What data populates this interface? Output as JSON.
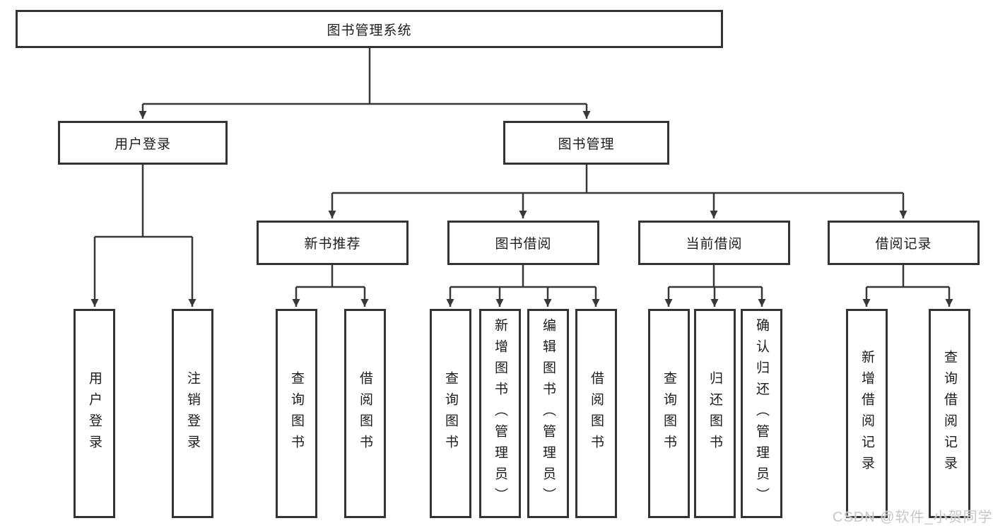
{
  "tree": {
    "root": {
      "label": "图书管理系统",
      "children": [
        {
          "label": "用户登录",
          "children": [
            {
              "label": "用户登录"
            },
            {
              "label": "注销登录"
            }
          ]
        },
        {
          "label": "图书管理",
          "children": [
            {
              "label": "新书推荐",
              "children": [
                {
                  "label": "查询图书"
                },
                {
                  "label": "借阅图书"
                }
              ]
            },
            {
              "label": "图书借阅",
              "children": [
                {
                  "label": "查询图书"
                },
                {
                  "label": "新增图书（管理员）"
                },
                {
                  "label": "编辑图书（管理员）"
                },
                {
                  "label": "借阅图书"
                }
              ]
            },
            {
              "label": "当前借阅",
              "children": [
                {
                  "label": "查询图书"
                },
                {
                  "label": "归还图书"
                },
                {
                  "label": "确认归还（管理员）"
                }
              ]
            },
            {
              "label": "借阅记录",
              "children": [
                {
                  "label": "新增借阅记录"
                },
                {
                  "label": "查询借阅记录"
                }
              ]
            }
          ]
        }
      ]
    }
  },
  "watermark": {
    "text": "CSDN @软件_小贺同学"
  },
  "colors": {
    "line": "#383838",
    "box_border": "#333333",
    "text": "#1c1c1c",
    "watermark": "#c7c7c7",
    "background": "#ffffff"
  }
}
